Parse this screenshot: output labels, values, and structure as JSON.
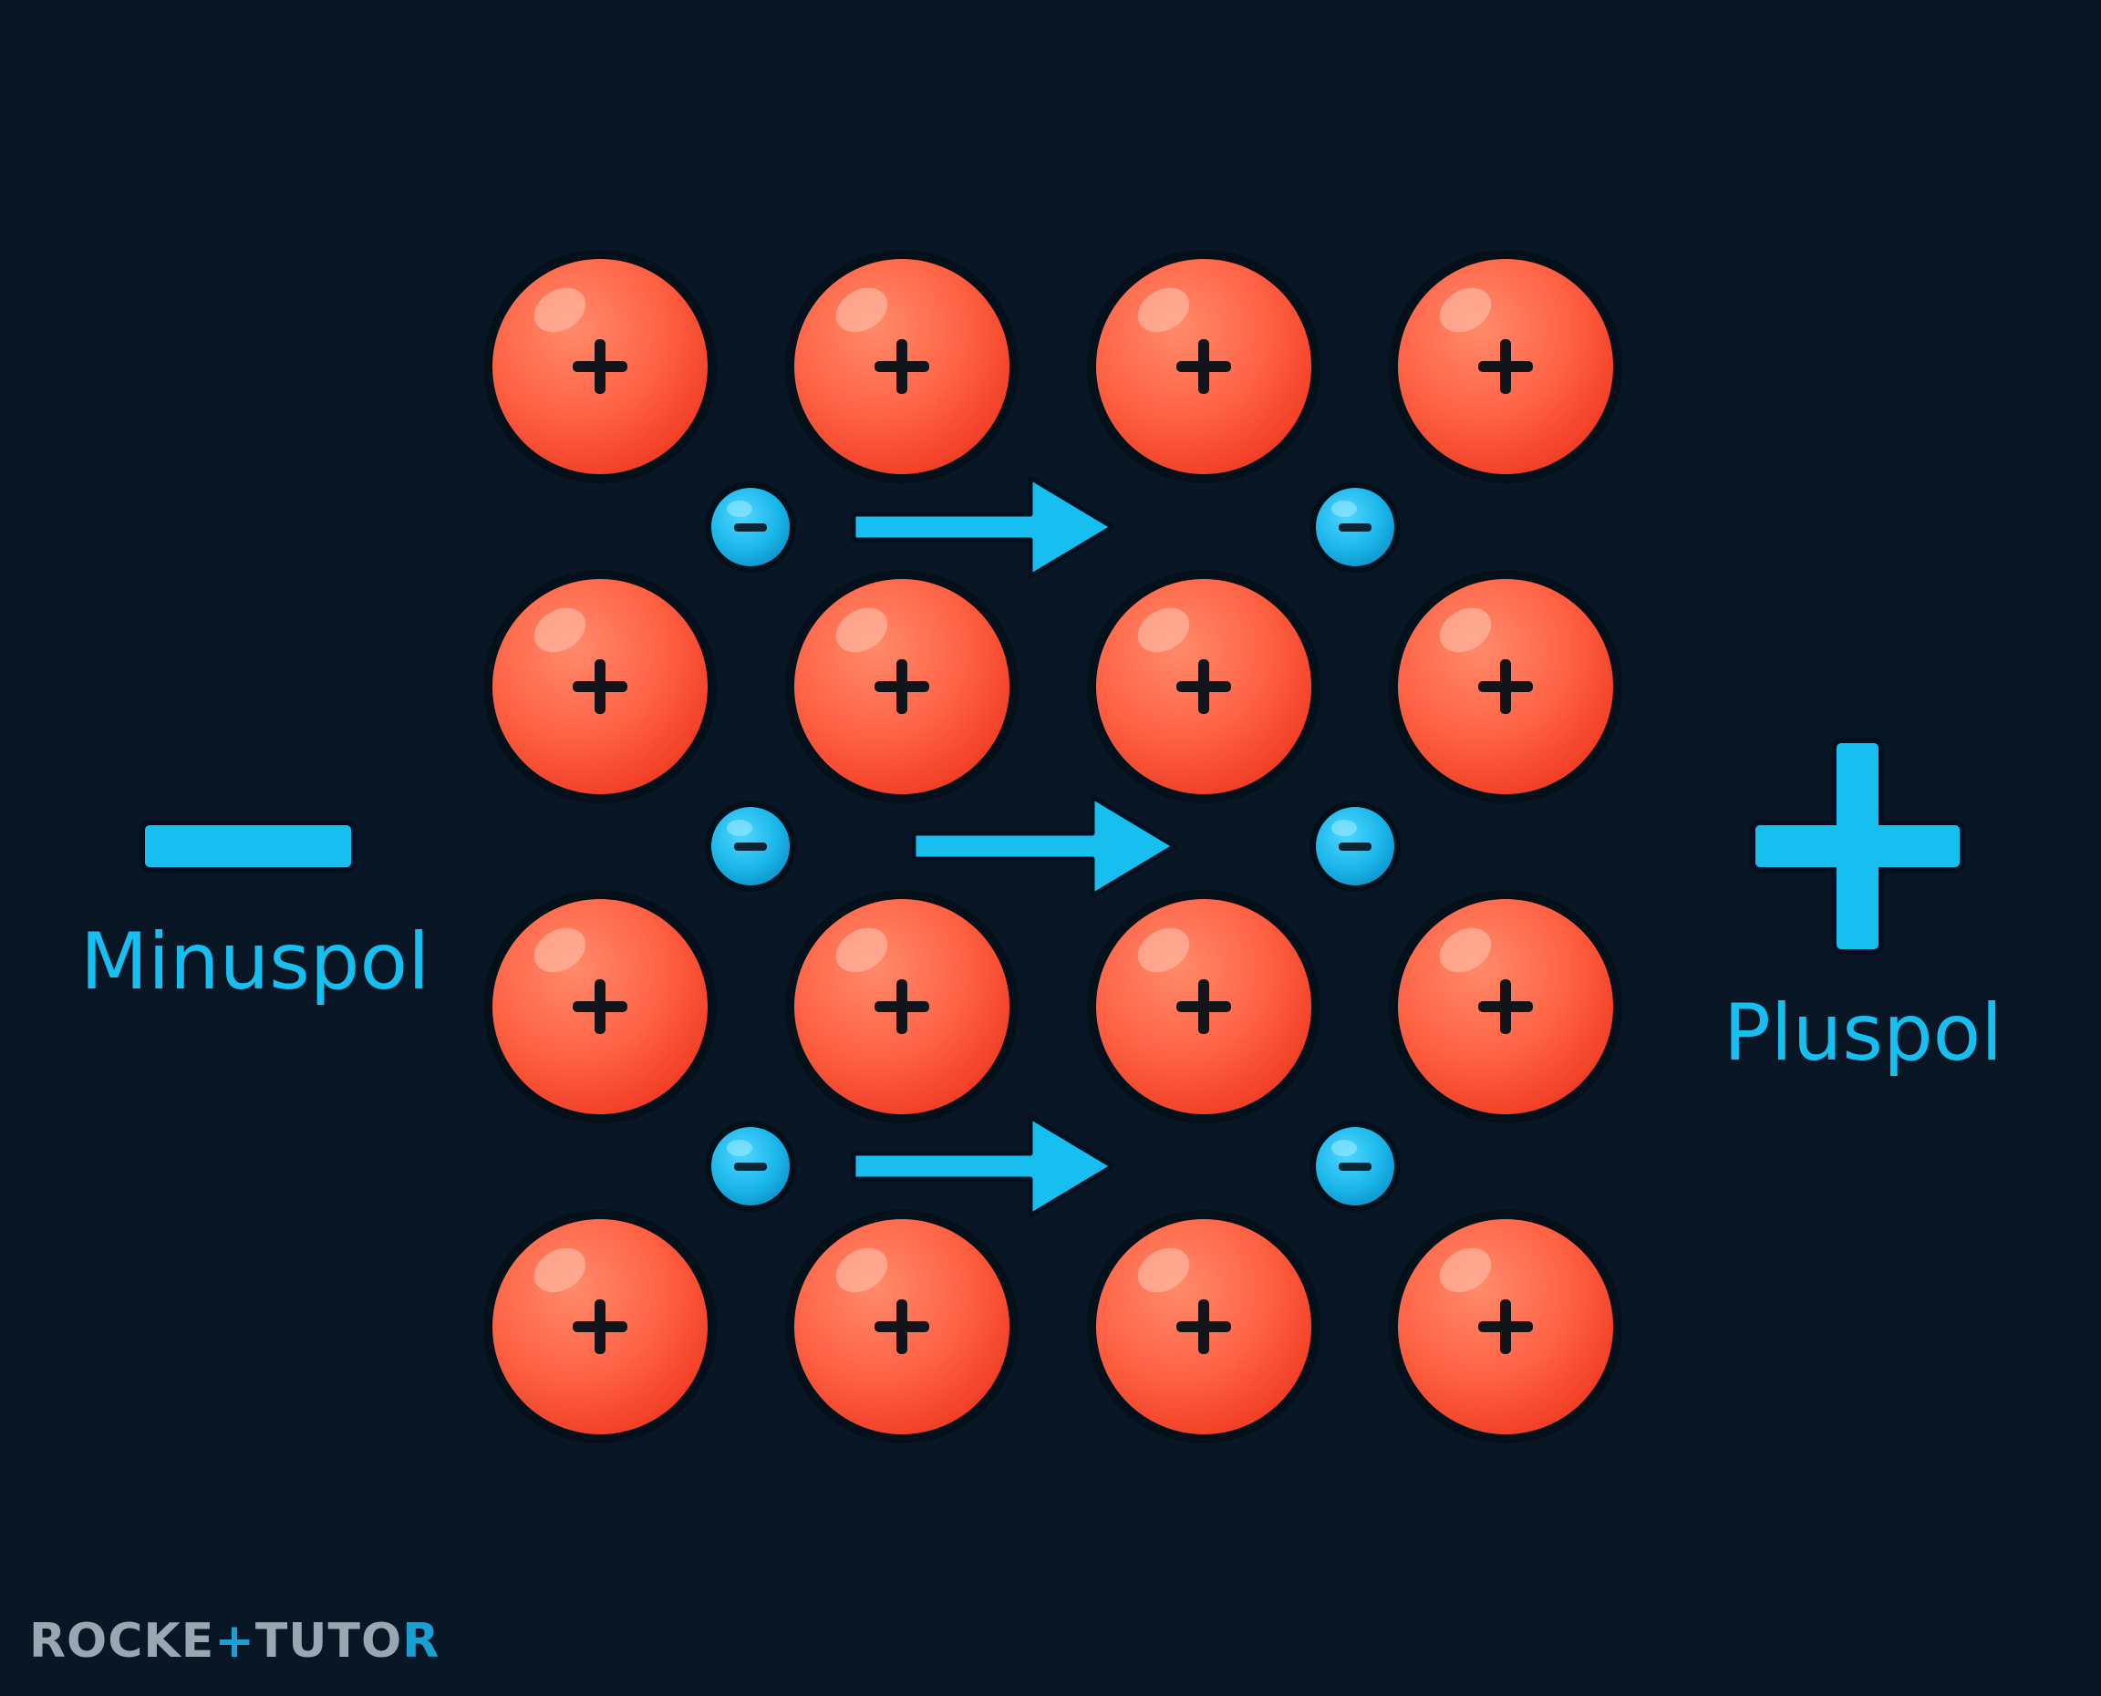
{
  "labels": {
    "minus_pole": "Minuspol",
    "plus_pole": "Pluspol"
  },
  "logo": {
    "part1": "ROCKE",
    "accent": "+",
    "part2": "TUTO",
    "part3": "R"
  },
  "lattice": {
    "rows": 4,
    "columns": 4,
    "ion_symbol": "+",
    "ion_color": "#ff5a3c"
  },
  "electrons": {
    "count": 6,
    "symbol": "−",
    "color": "#17b3e6"
  },
  "flow_arrows": {
    "count": 3,
    "direction": "left-to-right"
  },
  "colors": {
    "background": "#081626",
    "accent": "#17bff0"
  }
}
